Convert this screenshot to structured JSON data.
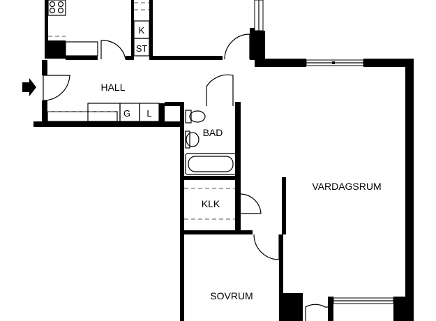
{
  "rooms": {
    "hall": "HALL",
    "bad": "BAD",
    "klk": "KLK",
    "vardagsrum": "VARDAGSRUM",
    "sovrum": "SOVRUM"
  },
  "fixtures": {
    "k": "K",
    "st": "ST",
    "g": "G",
    "l": "L"
  },
  "colors": {
    "wall": "#000000",
    "background": "#ffffff"
  },
  "icons": {
    "entrance": "entrance-arrow-icon"
  }
}
